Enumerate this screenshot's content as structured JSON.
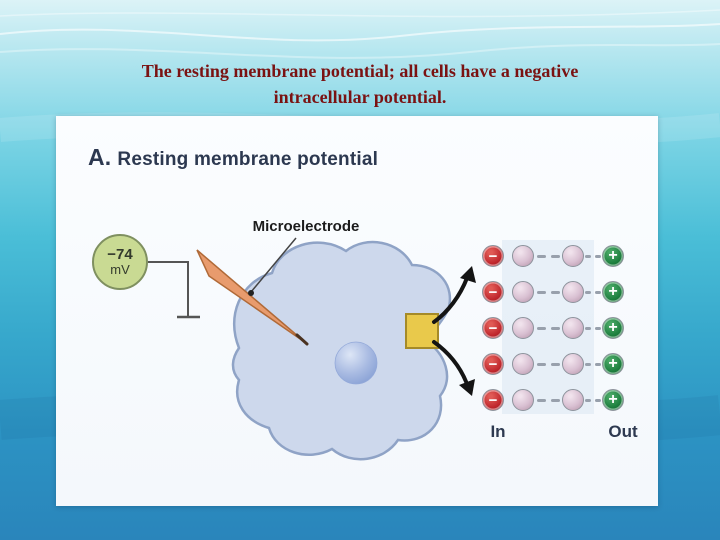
{
  "slide": {
    "title_line1": "The resting membrane potential; all cells have a negative",
    "title_line2": "intracellular potential.",
    "title_color": "#7a1212"
  },
  "figure": {
    "heading_prefix": "A.",
    "heading_text": "Resting membrane potential",
    "voltmeter": {
      "reading": "−74",
      "unit": "mV"
    },
    "microelectrode_label": "Microelectrode",
    "labels": {
      "in_label": "In",
      "out_label": "Out"
    },
    "ions": {
      "negative_symbol": "−",
      "positive_symbol": "+",
      "rows": 5
    },
    "colors": {
      "voltmeter_fill": "#c9da93",
      "electrode": "#e89b6d",
      "cell_fill": "#cdd8ec",
      "ion_channel": "#e9c94b",
      "negative_ion": "#c0272d",
      "positive_ion": "#1d7f3e",
      "neutral_ion": "#d9c0d2",
      "slide_top": "#dcf3f7",
      "slide_bottom": "#2a85bb"
    }
  }
}
